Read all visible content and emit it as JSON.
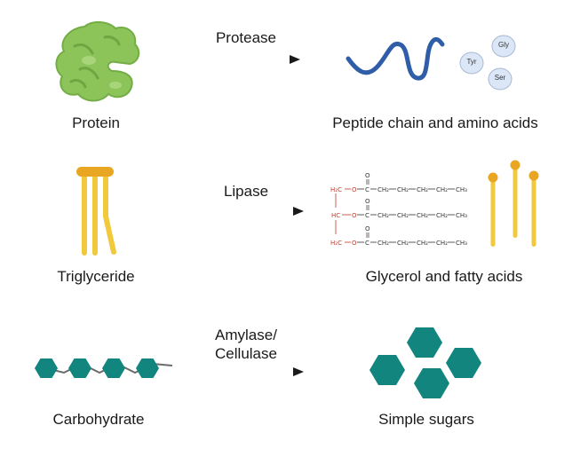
{
  "rows": [
    {
      "substrate": "Protein",
      "enzyme": "Protease",
      "product": "Peptide chain and amino acids",
      "amino_acids": [
        "Gly",
        "Tyr",
        "Ser"
      ]
    },
    {
      "substrate": "Triglyceride",
      "enzyme": "Lipase",
      "product": "Glycerol and fatty acids"
    },
    {
      "substrate": "Carbohydrate",
      "enzyme_line1": "Amylase/",
      "enzyme_line2": "Cellulase",
      "product": "Simple sugars"
    }
  ],
  "formula": {
    "glycerol_top": "H₂C",
    "glycerol_mid": "HC",
    "glycerol_bot": "H₂C",
    "ester_o": "O",
    "carbonyl_o": "O",
    "carbonyl_c": "C",
    "chain": [
      "CH₂",
      "CH₂",
      "CH₂",
      "CH₂",
      "CH₃"
    ]
  },
  "colors": {
    "protein": "#8cc45a",
    "peptide": "#2f5da8",
    "amino_acid": "#dbe6f7",
    "lipid": "#f0c93c",
    "lipid_head": "#e8a623",
    "sugar": "#13857f",
    "glycerol_red": "#c0392b",
    "arrow": "#1a1a1a"
  }
}
